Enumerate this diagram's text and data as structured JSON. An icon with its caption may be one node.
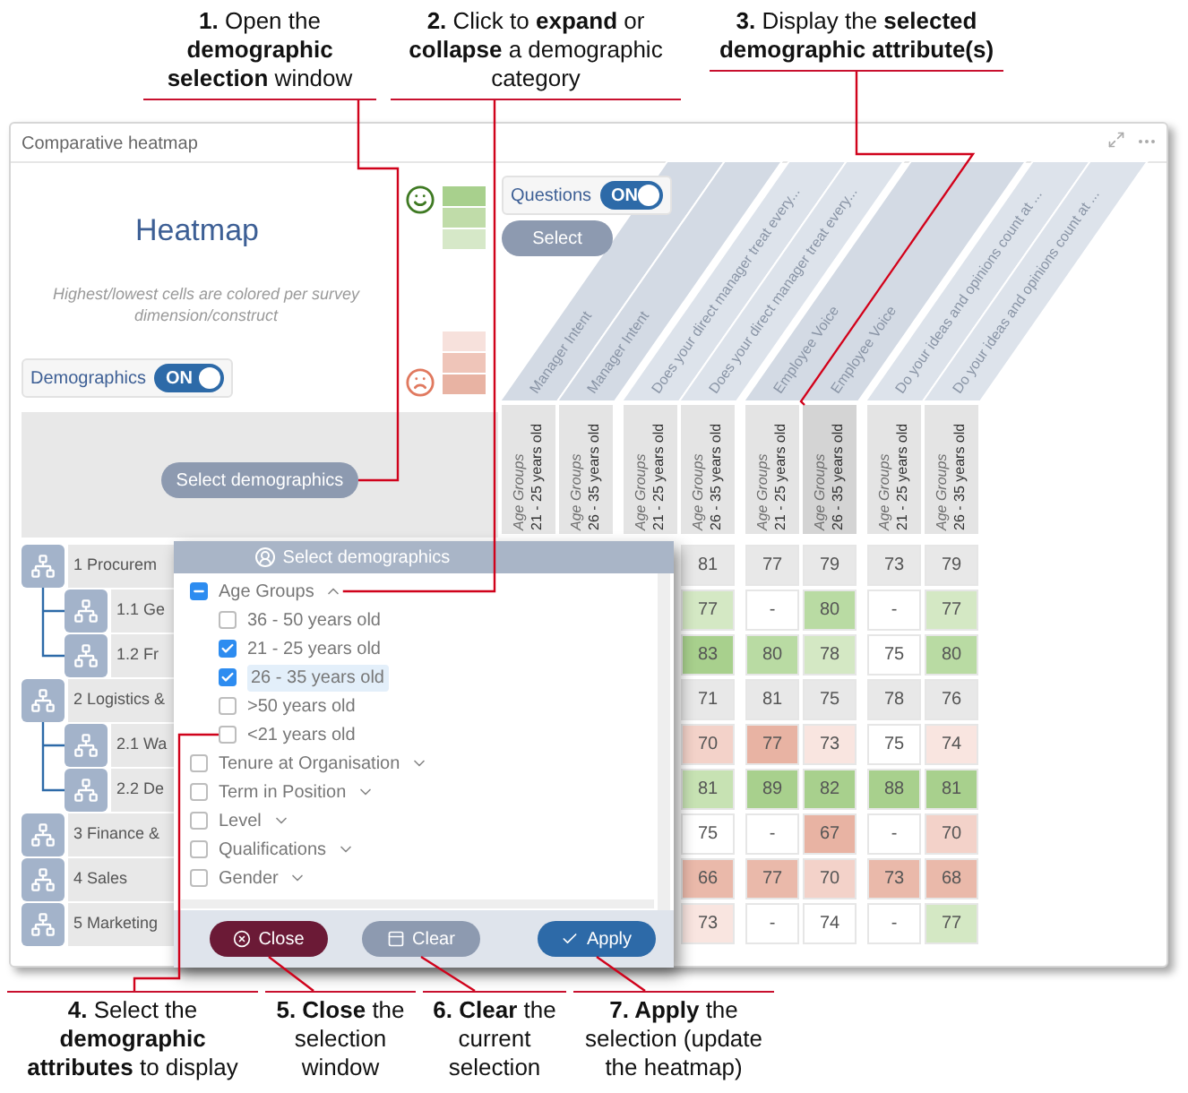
{
  "diagram": {
    "nodes": [
      {
        "text": [
          "**1.** Open the **demographic selection** window"
        ]
      },
      {
        "text": [
          "**2.** Click to **expand** or **collapse** a demographic category"
        ]
      },
      {
        "text": [
          "**3.** Display the **selected demographic attribute(s)**"
        ]
      },
      {
        "text": [
          "Select"
        ]
      },
      {
        "text": [
          "Age Groups",
          "26 - 35 years old"
        ]
      },
      {
        "text": [
          "Select demographics"
        ]
      },
      {
        "text": [],
        "shape": "box"
      },
      {
        "text": [],
        "shape": "chevron"
      },
      {
        "text": [],
        "shape": "box"
      },
      {
        "text": [],
        "shape": "box"
      },
      {
        "text": [],
        "shape": "box"
      },
      {
        "text": [],
        "shape": "box"
      },
      {
        "text": [],
        "shape": "box"
      },
      {
        "text": [],
        "shape": "box"
      },
      {
        "text": [],
        "shape": "box"
      },
      {
        "text": [],
        "shape": "box"
      },
      {
        "text": [],
        "shape": "box"
      },
      {
        "text": [],
        "shape": "box"
      },
      {
        "text": [
          "Close"
        ]
      },
      {
        "text": [
          "Clear"
        ]
      },
      {
        "text": [
          "Apply"
        ]
      },
      {
        "text": [
          "**4.** Select the **demographic attributes** to display"
        ]
      },
      {
        "text": [
          "**5. Close** the selection window"
        ]
      },
      {
        "text": [
          "**6. Clear** the current selection"
        ]
      },
      {
        "text": [
          "**7. Apply** the selection (update the heatmap)"
        ]
      }
    ],
    "edges": [
      {
        "from": 0,
        "to": 5,
        "arrow": "none"
      },
      {
        "from": 1,
        "to": 7,
        "arrow": "none"
      },
      {
        "from": 2,
        "to": 4,
        "arrow": "none"
      },
      {
        "from": 21,
        "to": 12,
        "arrow": "none"
      },
      {
        "from": 22,
        "to": 18,
        "arrow": "none"
      },
      {
        "from": 23,
        "to": 19,
        "arrow": "none"
      },
      {
        "from": 24,
        "to": 20,
        "arrow": "none"
      }
    ],
    "labels": [
      "Comparative heatmap",
      "Questions",
      "ON",
      "Heatmap",
      "Highest/lowest cells are colored per survey dimension/construct",
      "Demographics",
      "ON",
      "Manager Intent",
      "Manager Intent",
      "Does your direct manager treat every...",
      "Does your direct manager treat every...",
      "Employee Voice",
      "Employee Voice",
      "Do your ideas and opinions count at ...",
      "Do your ideas and opinions count at ...",
      "Age Groups",
      "21 - 25 years old",
      "Age Groups",
      "26 - 35 years old",
      "Age Groups",
      "21 - 25 years old",
      "Age Groups",
      "26 - 35 years old",
      "Age Groups",
      "21 - 25 years old",
      "Age Groups",
      "21 - 25 years old",
      "Age Groups",
      "26 - 35 years old",
      "1 Procurem",
      "81",
      "77",
      "79",
      "73",
      "79",
      "1.1 Ge",
      "77",
      "-",
      "80",
      "-",
      "77",
      "1.2 Fr",
      "83",
      "80",
      "78",
      "75",
      "80",
      "2 Logistics &",
      "71",
      "81",
      "75",
      "78",
      "76",
      "2.1 Wa",
      "70",
      "77",
      "73",
      "75",
      "74",
      "2.2 De",
      "81",
      "89",
      "82",
      "88",
      "81",
      "3 Finance &",
      "75",
      "-",
      "67",
      "-",
      "70",
      "4 Sales",
      "66",
      "77",
      "70",
      "73",
      "68",
      "5 Marketing",
      "73",
      "-",
      "74",
      "-",
      "77",
      "Select demographics",
      "Age Groups",
      "36 - 50 years old",
      "21 - 25 years old",
      "26 - 35 years old",
      ">50 years old",
      "<21 years old",
      "Tenure at Organisation",
      "Term in Position",
      "Level",
      "Qualifications",
      "Gender"
    ]
  }
}
